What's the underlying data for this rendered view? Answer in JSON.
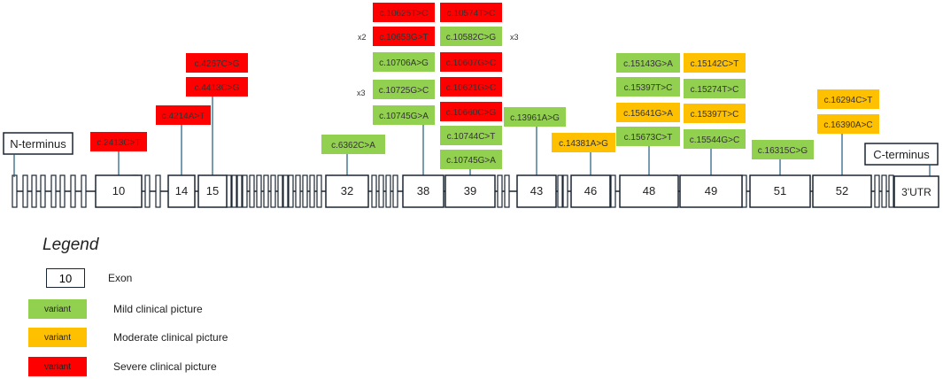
{
  "colors": {
    "mild": "#92d050",
    "moderate": "#ffc000",
    "severe": "#ff0000",
    "exon_border": "#1a2533",
    "line": "#1f5a7a"
  },
  "terminals": {
    "n_label": "N-terminus",
    "c_label": "C-terminus",
    "utr_label": "3'UTR"
  },
  "exons": [
    {
      "label": "10"
    },
    {
      "label": "14"
    },
    {
      "label": "15"
    },
    {
      "label": "32"
    },
    {
      "label": "38"
    },
    {
      "label": "39"
    },
    {
      "label": "43"
    },
    {
      "label": "46"
    },
    {
      "label": "48"
    },
    {
      "label": "49"
    },
    {
      "label": "51"
    },
    {
      "label": "52"
    }
  ],
  "variants": [
    {
      "label": "c.2413C>T",
      "severity": "severe"
    },
    {
      "label": "c.4214A>T",
      "severity": "severe"
    },
    {
      "label": "c.4267C>G",
      "severity": "severe"
    },
    {
      "label": "c.4413C>G",
      "severity": "severe"
    },
    {
      "label": "c.6362C>A",
      "severity": "mild"
    },
    {
      "label": "c.10625T>C",
      "severity": "severe"
    },
    {
      "label": "c.10658G>T",
      "severity": "severe"
    },
    {
      "label": "c.10706A>G",
      "severity": "mild"
    },
    {
      "label": "c.10725G>C",
      "severity": "mild"
    },
    {
      "label": "c.10745G>A",
      "severity": "mild"
    },
    {
      "label": "c.10574T>C",
      "severity": "severe"
    },
    {
      "label": "c.10582C>G",
      "severity": "mild"
    },
    {
      "label": "c.10607G>C",
      "severity": "severe"
    },
    {
      "label": "c.10621G>C",
      "severity": "severe"
    },
    {
      "label": "c.10660C>G",
      "severity": "severe"
    },
    {
      "label": "c.10744C>T",
      "severity": "mild"
    },
    {
      "label": "c.10745G>A",
      "severity": "mild"
    },
    {
      "label": "c.13961A>G",
      "severity": "mild"
    },
    {
      "label": "c.14381A>G",
      "severity": "moderate"
    },
    {
      "label": "c.15143G>A",
      "severity": "mild"
    },
    {
      "label": "c.15397T>C",
      "severity": "mild"
    },
    {
      "label": "c.15641G>A",
      "severity": "moderate"
    },
    {
      "label": "c.15673C>T",
      "severity": "mild"
    },
    {
      "label": "c.15142C>T",
      "severity": "moderate"
    },
    {
      "label": "c.15274T>C",
      "severity": "mild"
    },
    {
      "label": "c.15397T>C",
      "severity": "moderate"
    },
    {
      "label": "c.15544G>C",
      "severity": "mild"
    },
    {
      "label": "c.16315C>G",
      "severity": "mild"
    },
    {
      "label": "c.16294C>T",
      "severity": "moderate"
    },
    {
      "label": "c.16390A>C",
      "severity": "moderate"
    }
  ],
  "multipliers": [
    "x2",
    "x3",
    "x3"
  ],
  "legend": {
    "title": "Legend",
    "exon_example": "10",
    "exon_label": "Exon",
    "swatch_text": "variant",
    "mild_label": "Mild clinical picture",
    "moderate_label": "Moderate clinical picture",
    "severe_label": "Severe clinical picture"
  }
}
